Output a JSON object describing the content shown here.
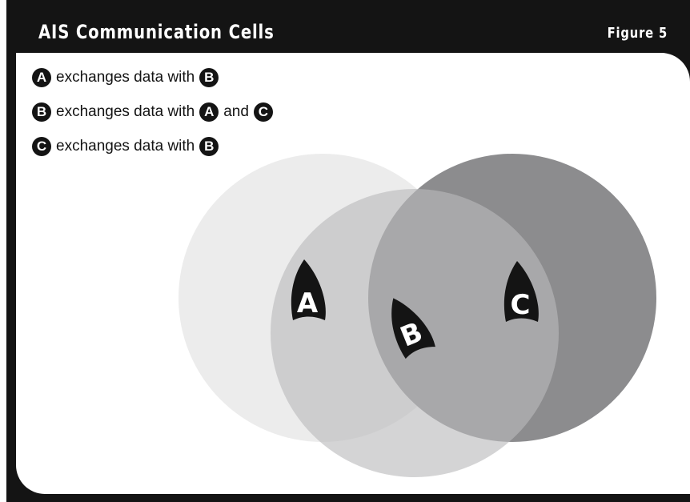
{
  "header": {
    "title": "AIS Communication Cells",
    "figure_label": "Figure 5"
  },
  "legend": {
    "line_a": {
      "subject": "A",
      "text": "exchanges data with",
      "object1": "B"
    },
    "line_b": {
      "subject": "B",
      "text": "exchanges data with",
      "object1": "A",
      "joiner": "and",
      "object2": "C"
    },
    "line_c": {
      "subject": "C",
      "text": "exchanges data with",
      "object1": "B"
    }
  },
  "cells": [
    {
      "id": "A",
      "color": "#ececec"
    },
    {
      "id": "B",
      "color": "#c4c4c6"
    },
    {
      "id": "C",
      "color": "#8c8c8e"
    }
  ],
  "markers": {
    "A": "A",
    "B": "B",
    "C": "C"
  },
  "colors": {
    "frame": "#141414",
    "panel": "#ffffff",
    "marker": "#141414"
  }
}
